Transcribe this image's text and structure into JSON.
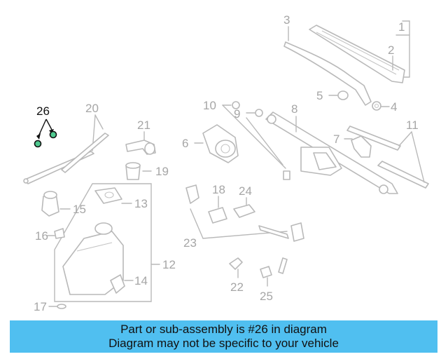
{
  "diagram": {
    "callouts": {
      "c1": "1",
      "c2": "2",
      "c3": "3",
      "c4": "4",
      "c5": "5",
      "c6": "6",
      "c7": "7",
      "c8": "8",
      "c9": "9",
      "c10": "10",
      "c11": "11",
      "c12": "12",
      "c13": "13",
      "c14": "14",
      "c15": "15",
      "c16": "16",
      "c17": "17",
      "c18": "18",
      "c19": "19",
      "c20": "20",
      "c21": "21",
      "c22": "22",
      "c23": "23",
      "c24": "24",
      "c25": "25",
      "c26": "26"
    },
    "highlighted_part": "26",
    "highlight_color": "#4fc98f"
  },
  "banner": {
    "line1": "Part or sub-assembly is #26 in diagram",
    "line2": "Diagram may not be specific to your vehicle",
    "background_color": "#50bff0"
  }
}
